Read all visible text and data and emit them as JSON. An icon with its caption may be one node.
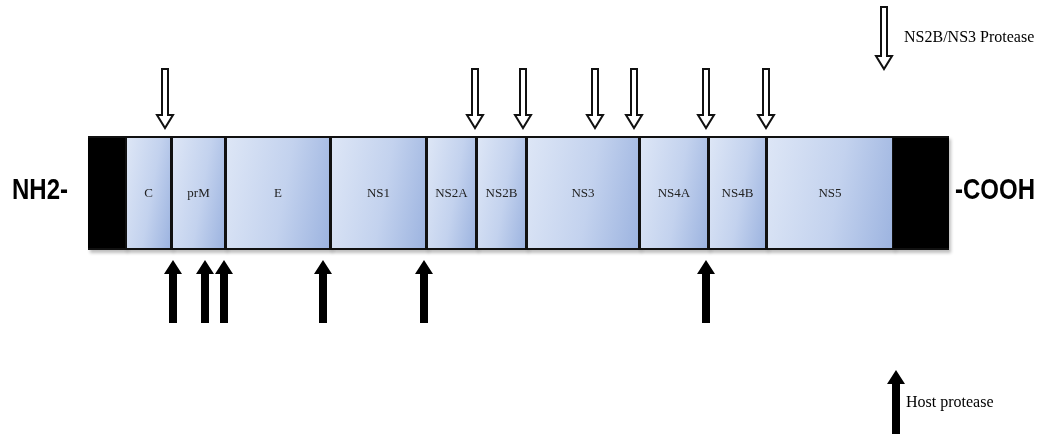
{
  "diagram": {
    "nodes": [
      {
        "text": [],
        "shape": "box"
      },
      {
        "text": [
          "C"
        ]
      },
      {
        "text": [
          "prM"
        ]
      },
      {
        "text": [
          "E"
        ]
      },
      {
        "text": [
          "NS1"
        ]
      },
      {
        "text": [
          "NS2A"
        ]
      },
      {
        "text": [
          "NS2B"
        ]
      },
      {
        "text": [
          "NS3"
        ]
      },
      {
        "text": [
          "NS4A"
        ]
      },
      {
        "text": [
          "NS4B"
        ]
      },
      {
        "text": [
          "NS5"
        ]
      },
      {
        "text": [],
        "shape": "box"
      }
    ],
    "labels": [
      "NH2-",
      "-COOH"
    ],
    "legend": [
      {
        "text": "NS2B/NS3 Protease"
      },
      {
        "text": "Host protease"
      }
    ]
  }
}
